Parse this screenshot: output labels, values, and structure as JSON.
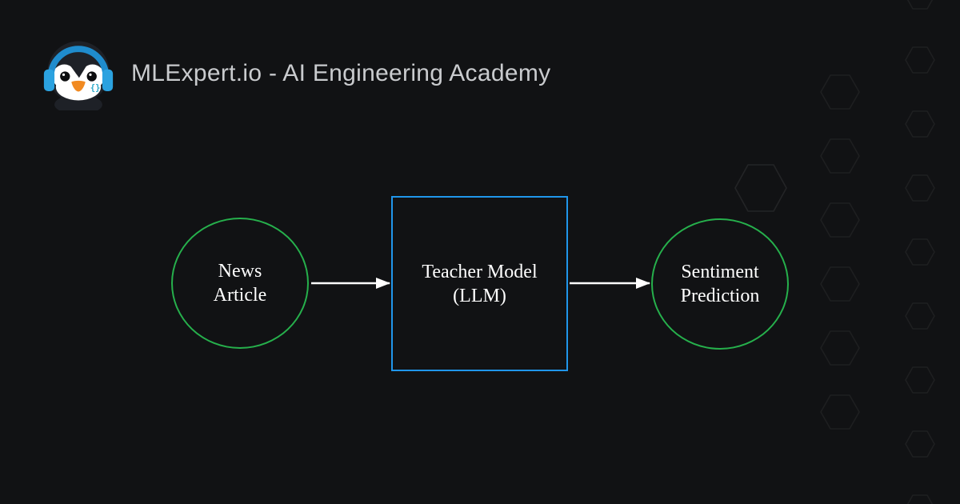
{
  "header": {
    "title": "MLExpert.io - AI Engineering Academy",
    "logo_name": "mlexpert-penguin-logo",
    "logo_glyph": "{}"
  },
  "diagram": {
    "type": "flowchart",
    "direction": "left-to-right",
    "nodes": {
      "news": {
        "shape": "circle",
        "line1": "News",
        "line2": "Article",
        "border_color": "#26b04c",
        "text_color": "#ffffff"
      },
      "teacher": {
        "shape": "rectangle",
        "line1": "Teacher Model",
        "line2": "(LLM)",
        "border_color": "#2096eb",
        "text_color": "#ffffff"
      },
      "sentiment": {
        "shape": "circle",
        "line1": "Sentiment",
        "line2": "Prediction",
        "border_color": "#26b04c",
        "text_color": "#ffffff"
      }
    },
    "edges": [
      {
        "from": "news",
        "to": "teacher",
        "color": "#ffffff",
        "style": "arrow"
      },
      {
        "from": "teacher",
        "to": "sentiment",
        "color": "#ffffff",
        "style": "arrow"
      }
    ]
  },
  "colors": {
    "background": "#111214",
    "accent_green": "#26b04c",
    "accent_blue": "#2096eb",
    "arrow": "#ffffff",
    "title_text": "#c9cbce",
    "node_text": "#ffffff",
    "hex_pattern_stroke": "#1e2227",
    "logo_headphone_blue": "#1f8ccd",
    "logo_earcup_blue": "#2ba2e0",
    "logo_beak_orange": "#f18a21",
    "logo_code_teal": "#2aa9c9",
    "logo_face_white": "#ffffff",
    "logo_head_dark": "#1e2127"
  }
}
